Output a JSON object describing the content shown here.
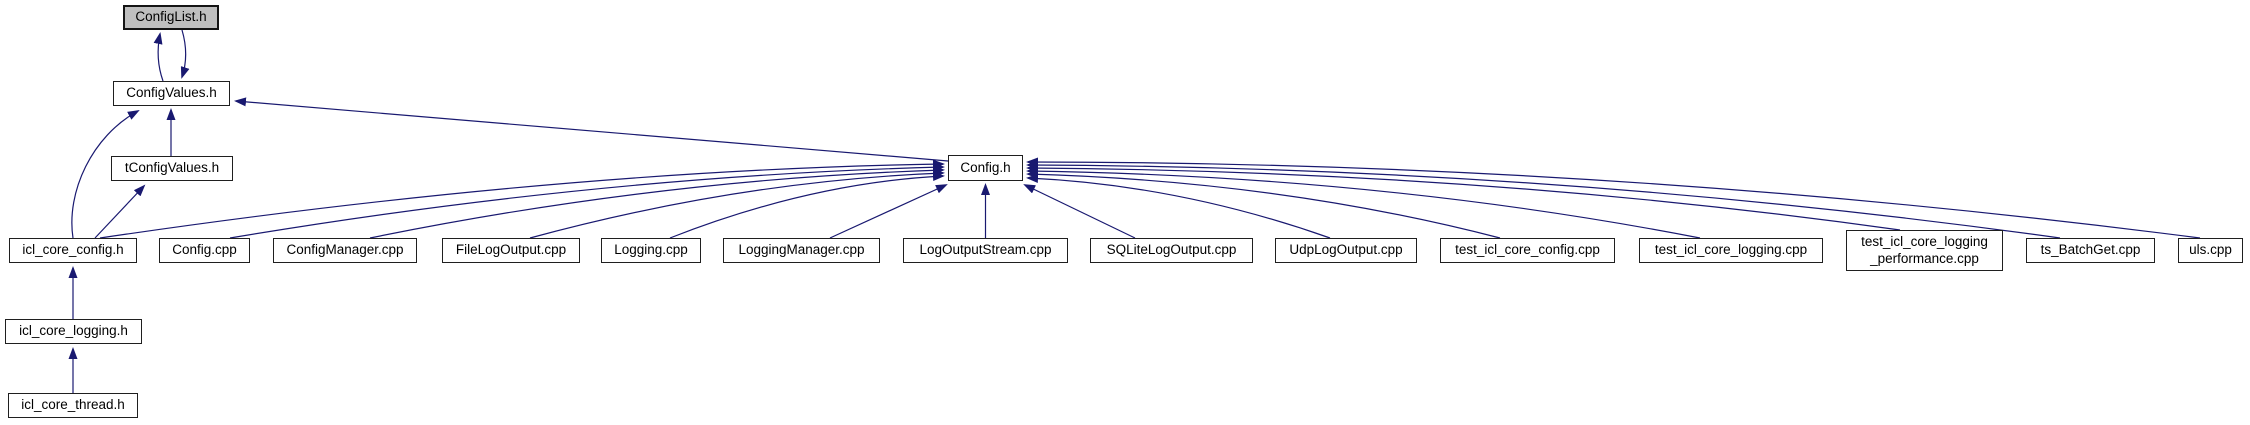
{
  "diagram": {
    "type": "include-dependency-graph",
    "highlighted_node": "ConfigList.h",
    "colors": {
      "edge": "#191970",
      "node_border": "#1f1f1f",
      "node_fill": "#ffffff",
      "highlight_fill": "#bfbfbf",
      "text": "#000000",
      "background": "#ffffff"
    },
    "nodes": [
      {
        "id": "ConfigList.h",
        "label": "ConfigList.h",
        "highlighted": true
      },
      {
        "id": "ConfigValues.h",
        "label": "ConfigValues.h",
        "highlighted": false
      },
      {
        "id": "tConfigValues.h",
        "label": "tConfigValues.h",
        "highlighted": false
      },
      {
        "id": "Config.h",
        "label": "Config.h",
        "highlighted": false
      },
      {
        "id": "icl_core_config.h",
        "label": "icl_core_config.h",
        "highlighted": false
      },
      {
        "id": "Config.cpp",
        "label": "Config.cpp",
        "highlighted": false
      },
      {
        "id": "ConfigManager.cpp",
        "label": "ConfigManager.cpp",
        "highlighted": false
      },
      {
        "id": "FileLogOutput.cpp",
        "label": "FileLogOutput.cpp",
        "highlighted": false
      },
      {
        "id": "Logging.cpp",
        "label": "Logging.cpp",
        "highlighted": false
      },
      {
        "id": "LoggingManager.cpp",
        "label": "LoggingManager.cpp",
        "highlighted": false
      },
      {
        "id": "LogOutputStream.cpp",
        "label": "LogOutputStream.cpp",
        "highlighted": false
      },
      {
        "id": "SQLiteLogOutput.cpp",
        "label": "SQLiteLogOutput.cpp",
        "highlighted": false
      },
      {
        "id": "UdpLogOutput.cpp",
        "label": "UdpLogOutput.cpp",
        "highlighted": false
      },
      {
        "id": "test_icl_core_config.cpp",
        "label": "test_icl_core_config.cpp",
        "highlighted": false
      },
      {
        "id": "test_icl_core_logging.cpp",
        "label": "test_icl_core_logging.cpp",
        "highlighted": false
      },
      {
        "id": "test_icl_core_logging_performance.cpp",
        "label_lines": [
          "test_icl_core_logging",
          "_performance.cpp"
        ],
        "highlighted": false
      },
      {
        "id": "ts_BatchGet.cpp",
        "label": "ts_BatchGet.cpp",
        "highlighted": false
      },
      {
        "id": "uls.cpp",
        "label": "uls.cpp",
        "highlighted": false
      },
      {
        "id": "icl_core_logging.h",
        "label": "icl_core_logging.h",
        "highlighted": false
      },
      {
        "id": "icl_core_thread.h",
        "label": "icl_core_thread.h",
        "highlighted": false
      }
    ],
    "edges": [
      {
        "from": "ConfigValues.h",
        "to": "ConfigList.h"
      },
      {
        "from": "ConfigList.h",
        "to": "ConfigValues.h"
      },
      {
        "from": "tConfigValues.h",
        "to": "ConfigValues.h"
      },
      {
        "from": "icl_core_config.h",
        "to": "ConfigValues.h"
      },
      {
        "from": "icl_core_config.h",
        "to": "tConfigValues.h"
      },
      {
        "from": "Config.h",
        "to": "ConfigValues.h"
      },
      {
        "from": "icl_core_config.h",
        "to": "Config.h"
      },
      {
        "from": "Config.cpp",
        "to": "Config.h"
      },
      {
        "from": "ConfigManager.cpp",
        "to": "Config.h"
      },
      {
        "from": "FileLogOutput.cpp",
        "to": "Config.h"
      },
      {
        "from": "Logging.cpp",
        "to": "Config.h"
      },
      {
        "from": "LoggingManager.cpp",
        "to": "Config.h"
      },
      {
        "from": "LogOutputStream.cpp",
        "to": "Config.h"
      },
      {
        "from": "SQLiteLogOutput.cpp",
        "to": "Config.h"
      },
      {
        "from": "UdpLogOutput.cpp",
        "to": "Config.h"
      },
      {
        "from": "test_icl_core_config.cpp",
        "to": "Config.h"
      },
      {
        "from": "test_icl_core_logging.cpp",
        "to": "Config.h"
      },
      {
        "from": "test_icl_core_logging_performance.cpp",
        "to": "Config.h"
      },
      {
        "from": "ts_BatchGet.cpp",
        "to": "Config.h"
      },
      {
        "from": "uls.cpp",
        "to": "Config.h"
      },
      {
        "from": "icl_core_logging.h",
        "to": "icl_core_config.h"
      },
      {
        "from": "icl_core_thread.h",
        "to": "icl_core_logging.h"
      }
    ]
  }
}
